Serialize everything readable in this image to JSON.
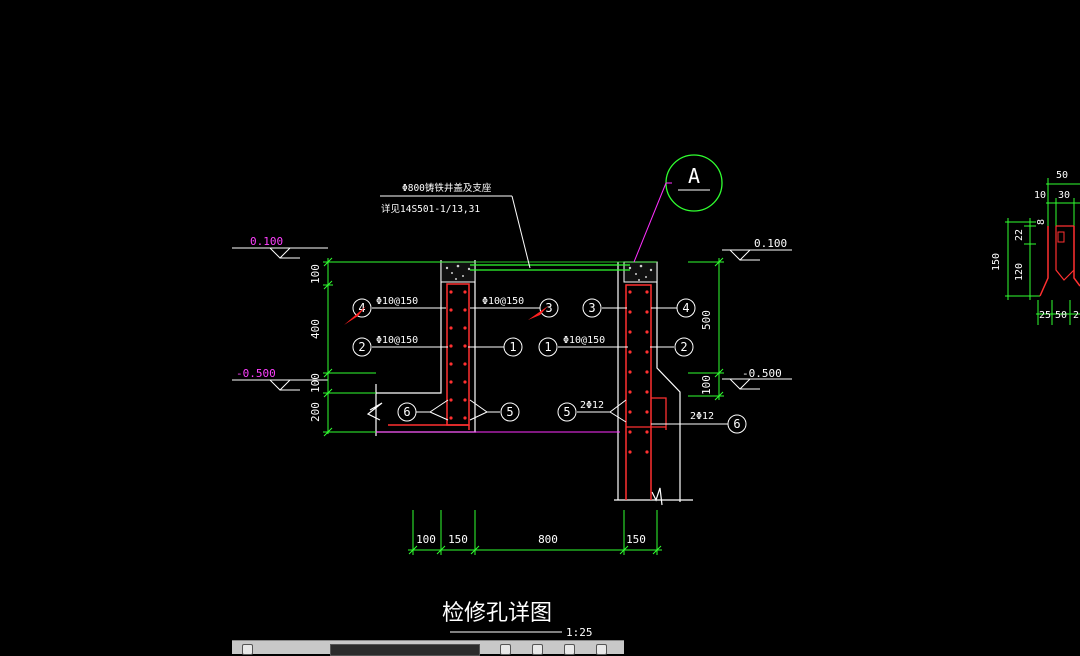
{
  "drawing": {
    "title": "检修孔详图",
    "scale": "1:25",
    "callout_label": "A",
    "note_line1": "Φ800铸铁井盖及支座",
    "note_line2": "详见14S501-1/13,31",
    "levels": {
      "left_top": "0.100",
      "left_bottom": "-0.500",
      "right_top": "0.100",
      "right_bottom": "-0.500"
    },
    "rebar": {
      "upper_left": "Φ10@150",
      "upper_mid": "Φ10@150",
      "lower_left": "Φ10@150",
      "lower_right": "Φ10@150",
      "bottom_mid": "2Φ12",
      "bottom_right": "2Φ12"
    },
    "markers": {
      "m4_left": "4",
      "m3_mid": "3",
      "m3_right": "3",
      "m4_right": "4",
      "m2_left": "2",
      "m1_mid": "1",
      "m1_right": "1",
      "m2_right": "2",
      "m6_left": "6",
      "m5_mid": "5",
      "m5_right": "5",
      "m6_right": "6"
    },
    "dims_left": {
      "d100": "100",
      "d400": "400",
      "d100b": "100",
      "d200": "200"
    },
    "dims_right": {
      "d500": "500",
      "d100": "100"
    },
    "dims_bottom": {
      "d100": "100",
      "d150a": "150",
      "d800": "800",
      "d150b": "150"
    },
    "detail_dims": {
      "w50": "50",
      "w10": "10",
      "w30": "30",
      "h22": "22",
      "h8": "8",
      "h150": "150",
      "h120": "120",
      "b25": "25",
      "b50": "50",
      "b2": "2"
    }
  }
}
